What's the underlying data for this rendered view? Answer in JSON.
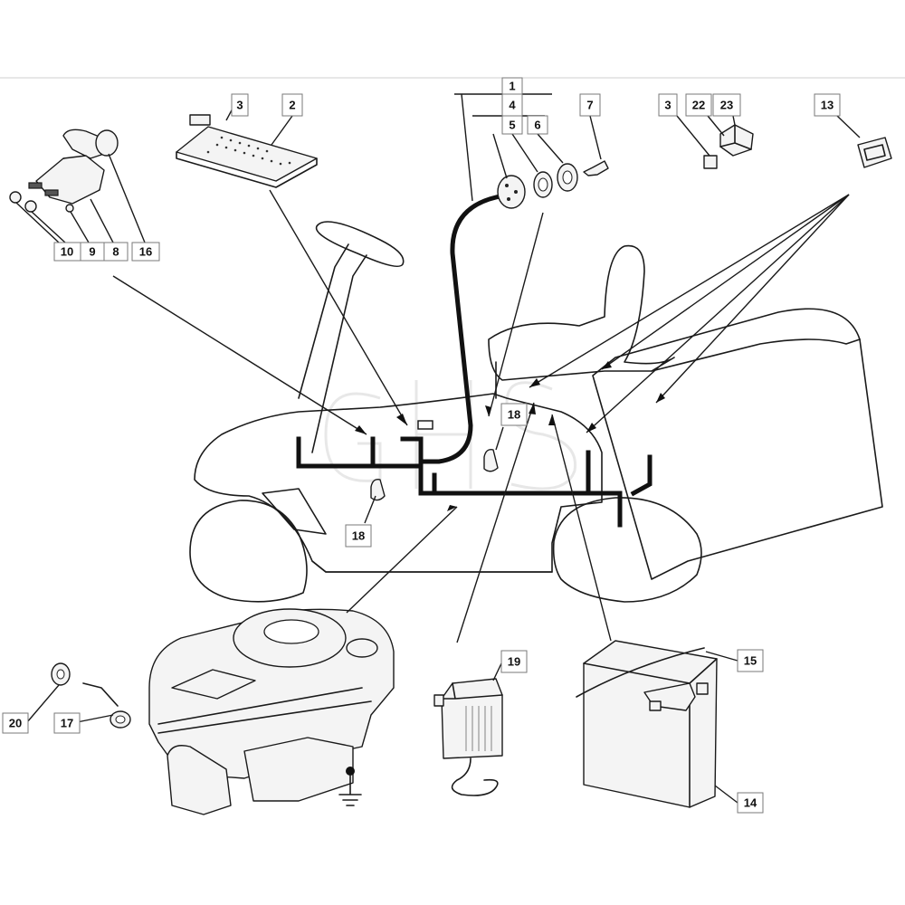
{
  "callouts": [
    {
      "id": "c1",
      "label": "1"
    },
    {
      "id": "c2",
      "label": "2"
    },
    {
      "id": "c3a",
      "label": "3"
    },
    {
      "id": "c3b",
      "label": "3"
    },
    {
      "id": "c4",
      "label": "4"
    },
    {
      "id": "c5",
      "label": "5"
    },
    {
      "id": "c6",
      "label": "6"
    },
    {
      "id": "c7",
      "label": "7"
    },
    {
      "id": "c8",
      "label": "8"
    },
    {
      "id": "c9",
      "label": "9"
    },
    {
      "id": "c10",
      "label": "10"
    },
    {
      "id": "c13",
      "label": "13"
    },
    {
      "id": "c14",
      "label": "14"
    },
    {
      "id": "c15",
      "label": "15"
    },
    {
      "id": "c16",
      "label": "16"
    },
    {
      "id": "c17",
      "label": "17"
    },
    {
      "id": "c18a",
      "label": "18"
    },
    {
      "id": "c18b",
      "label": "18"
    },
    {
      "id": "c19",
      "label": "19"
    },
    {
      "id": "c20",
      "label": "20"
    },
    {
      "id": "c22",
      "label": "22"
    },
    {
      "id": "c23",
      "label": "23"
    }
  ],
  "watermark": "GHS"
}
